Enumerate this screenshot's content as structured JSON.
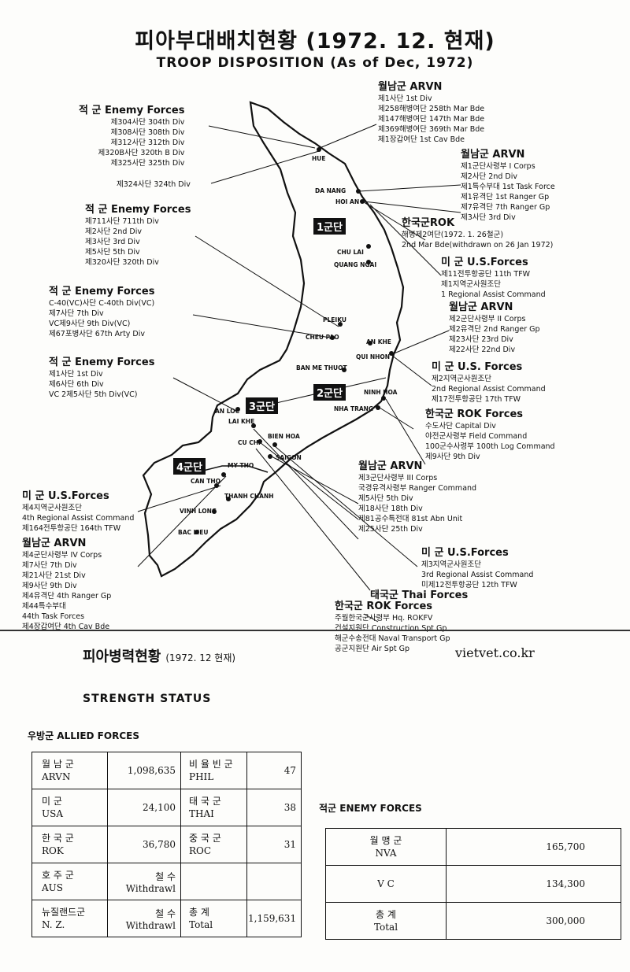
{
  "title": {
    "main": "피아부대배치현황 (1972. 12. 현재)",
    "sub": "TROOP DISPOSITION  (As of Dec, 1972)"
  },
  "groups": {
    "enemy1": {
      "header": "적 군 Enemy Forces",
      "rows": [
        "제304사단 304th Div",
        "제308사단 308th Div",
        "제312사단 312th Div",
        "제320B사단 320th B Div",
        "제325사단 325th Div"
      ]
    },
    "enemy1b": {
      "rows": [
        "제324사단 324th Div"
      ]
    },
    "enemy2": {
      "header": "적 군 Enemy Forces",
      "rows": [
        "제711사단 711th Div",
        "제2사단 2nd Div",
        "제3사단 3rd Div",
        "제5사단 5th Div",
        "제320사단 320th Div"
      ]
    },
    "enemy3": {
      "header": "적 군 Enemy Forces",
      "rows": [
        "C-40(VC)사단 C-40th Div(VC)",
        "제7사단 7th Div",
        "VC제9사단 9th Div(VC)",
        "제67포병사단 67th Arty Div"
      ]
    },
    "enemy4": {
      "header": "적 군 Enemy Forces",
      "rows": [
        "제1사단 1st Div",
        "제6사단 6th Div",
        "VC 2제5사단 5th Div(VC)"
      ]
    },
    "arvn1": {
      "header": "월남군 ARVN",
      "rows": [
        "제1사단 1st Div",
        "제258해병여단 258th Mar Bde",
        "제147해병여단 147th Mar Bde",
        "제369해병여단 369th Mar Bde",
        "제1장갑여단 1st Cav Bde"
      ]
    },
    "arvn2": {
      "header": "월남군 ARVN",
      "rows": [
        "제1군단사령부 I Corps",
        "제2사단 2nd Div",
        "제1특수부대 1st Task Force",
        "제1유격단 1st Ranger Gp",
        "제7유격단 7th Ranger Gp",
        "제3사단 3rd Div"
      ]
    },
    "rok1": {
      "header": "한국군ROK",
      "rows": [
        "해병제2여단(1972. 1. 26철군)",
        "2nd Mar Bde(withdrawn on 26 Jan 1972)"
      ]
    },
    "us1": {
      "header": "미 군 U.S.Forces",
      "rows": [
        "제11전투항공단 11th TFW",
        "제1지역군사원조단",
        "1 Regional Assist Command"
      ]
    },
    "arvn3": {
      "header": "월남군 ARVN",
      "rows": [
        "제2군단사령부 II Corps",
        "제2유격단 2nd Ranger Gp",
        "제23사단 23rd Div",
        "제22사단 22nd Div"
      ]
    },
    "us2": {
      "header": "미 군 U.S. Forces",
      "rows": [
        "제2지역군사원조단",
        "2nd Regional Assist Command",
        "제17전투항공단 17th TFW"
      ]
    },
    "rok2": {
      "header": "한국군 ROK Forces",
      "rows": [
        "수도사단 Capital Div",
        "야전군사령부 Field Command",
        "100군수사령부 100th Log Command",
        "제9사단 9th Div"
      ]
    },
    "arvn4": {
      "header": "월남군 ARVN",
      "rows": [
        "제3군단사령부 III Corps",
        "국경유격사령부 Ranger Command",
        "제5사단 5th Div",
        "제18사단 18th Div",
        "제81공수특전대 81st Abn Unit",
        "제25사단 25th Div"
      ]
    },
    "us3": {
      "header": "미 군 U.S.Forces",
      "rows": [
        "제3지역군사원조단",
        "3rd Regional Assist Command",
        "미제12전투항공단 12th TFW"
      ]
    },
    "thai": {
      "header": "태국군 Thai Forces",
      "rows": []
    },
    "rok3": {
      "header": "한국군 ROK Forces",
      "rows": [
        "주월한국군사령부 Hq. ROKFV",
        "건설지원단 Construction Spt Gp",
        "해군수송전대 Naval Transport Gp",
        "공군지원단 Air Spt Gp"
      ]
    },
    "us4": {
      "header": "미 군 U.S.Forces",
      "rows": [
        "제4지역군사원조단",
        "4th Regional Assist Command",
        "제164전투항공단 164th TFW"
      ]
    },
    "arvn5": {
      "header": "월남군 ARVN",
      "rows": [
        "제4군단사령부 IV Corps",
        "제7사단 7th Div",
        "제21사단 21st Div",
        "제9사단 9th Div",
        "제4유격단 4th Ranger Gp",
        "제44특수부대",
        "44th Task Forces",
        "제4장갑여단 4th Cav Bde"
      ]
    }
  },
  "cities": [
    "HUE",
    "DA NANG",
    "HOI AN",
    "CHU LAI",
    "QUANG NGAI",
    "PLEIKU",
    "CHEU PAO",
    "AN KHE",
    "QUI NHON",
    "BAN ME THUOT",
    "NINH HOA",
    "NHA TRANG",
    "AN LOC",
    "LAI KHE",
    "CU CHI",
    "BIEN HOA",
    "SAIGON",
    "MY THO",
    "CAN THO",
    "THANH CHANH",
    "VINH LONG",
    "BAC LIEU"
  ],
  "corps": [
    "1군단",
    "2군단",
    "3군단",
    "4군단"
  ],
  "strength": {
    "title": "피아병력현황",
    "date": "(1972. 12 현재)",
    "subtitle": "STRENGTH STATUS",
    "site": "vietvet.co.kr",
    "allied_heading": "우방군 ALLIED FORCES",
    "enemy_heading": "적군 ENEMY FORCES",
    "allied": [
      {
        "k1": "월 남 군",
        "e1": "ARVN",
        "v1": "1,098,635",
        "k2": "비 율 빈 군",
        "e2": "PHIL",
        "v2": "47"
      },
      {
        "k1": "미 군",
        "e1": "USA",
        "v1": "24,100",
        "k2": "태 국 군",
        "e2": "THAI",
        "v2": "38"
      },
      {
        "k1": "한 국 군",
        "e1": "ROK",
        "v1": "36,780",
        "k2": "중 국 군",
        "e2": "ROC",
        "v2": "31"
      },
      {
        "k1": "호 주 군",
        "e1": "AUS",
        "v1": "철 수 Withdrawl",
        "k2": "",
        "e2": "",
        "v2": ""
      },
      {
        "k1": "뉴질랜드군",
        "e1": "N. Z.",
        "v1": "철 수 Withdrawl",
        "k2": "총 계",
        "e2": "Total",
        "v2": "1,159,631"
      }
    ],
    "enemy": [
      {
        "k": "월 맹 군",
        "e": "NVA",
        "v": "165,700"
      },
      {
        "k": "V C",
        "e": "",
        "v": "134,300"
      },
      {
        "k": "총 계",
        "e": "Total",
        "v": "300,000"
      }
    ]
  }
}
